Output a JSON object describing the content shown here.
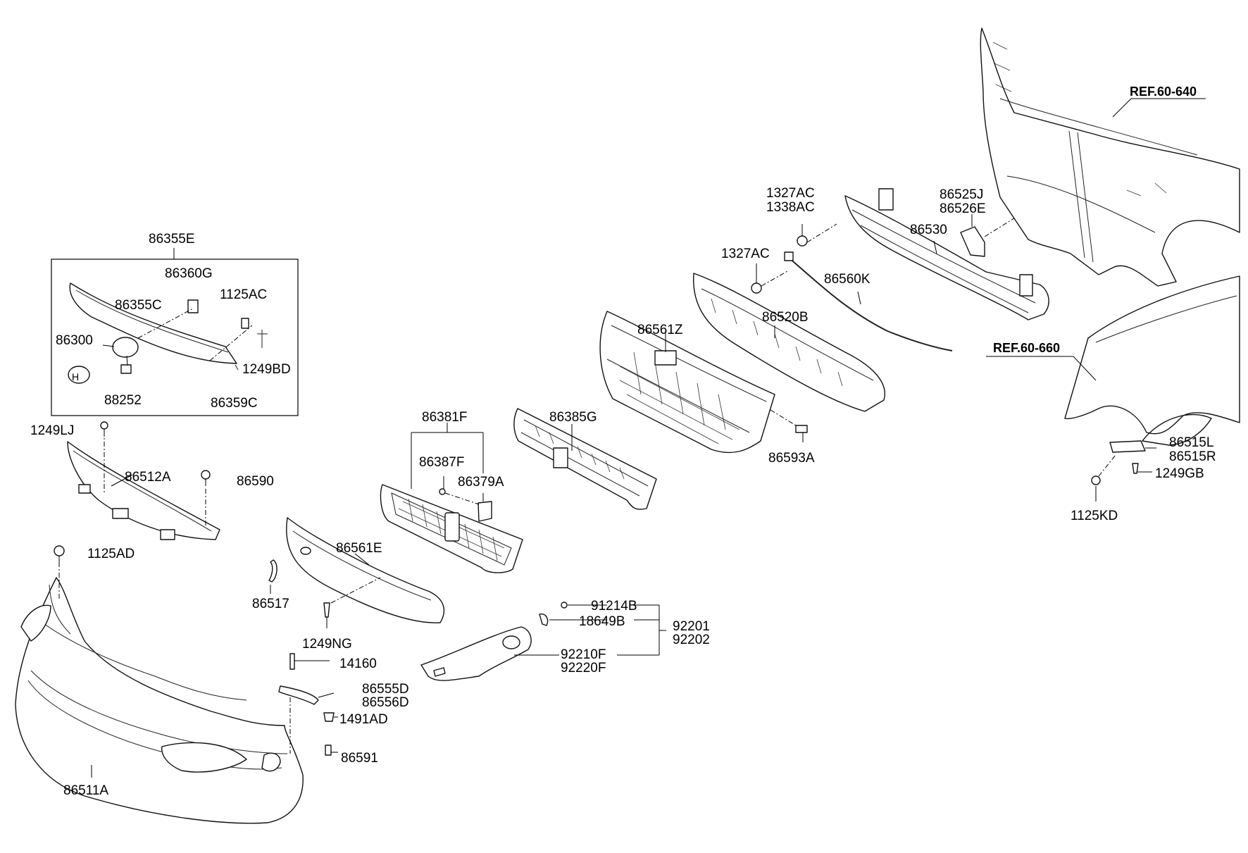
{
  "labels": {
    "p86355E": "86355E",
    "p86360G": "86360G",
    "p86355C": "86355C",
    "p1125AC": "1125AC",
    "p86300": "86300",
    "p1249BD": "1249BD",
    "p88252": "88252",
    "p86359C": "86359C",
    "p1249LJ": "1249LJ",
    "p86512A": "86512A",
    "p86590": "86590",
    "p1125AD": "1125AD",
    "p86561E": "86561E",
    "p86517": "86517",
    "p1249NG": "1249NG",
    "p86511A": "86511A",
    "p14160": "14160",
    "p86555D": "86555D",
    "p86556D": "86556D",
    "p1491AD": "1491AD",
    "p86591": "86591",
    "p86381F": "86381F",
    "p86387F": "86387F",
    "p86379A": "86379A",
    "p86385G": "86385G",
    "p91214B": "91214B",
    "p18649B": "18649B",
    "p92201": "92201",
    "p92202": "92202",
    "p92210F": "92210F",
    "p92220F": "92220F",
    "p86561Z": "86561Z",
    "p86593A": "86593A",
    "p86520B": "86520B",
    "p1327AC_a": "1327AC",
    "p1338AC": "1338AC",
    "p1327AC_b": "1327AC",
    "p86560K": "86560K",
    "p86530": "86530",
    "p86525J": "86525J",
    "p86526E": "86526E",
    "ref640": "REF.60-640",
    "ref660": "REF.60-660",
    "p86515L": "86515L",
    "p86515R": "86515R",
    "p1249GB": "1249GB",
    "p1125KD": "1125KD"
  }
}
